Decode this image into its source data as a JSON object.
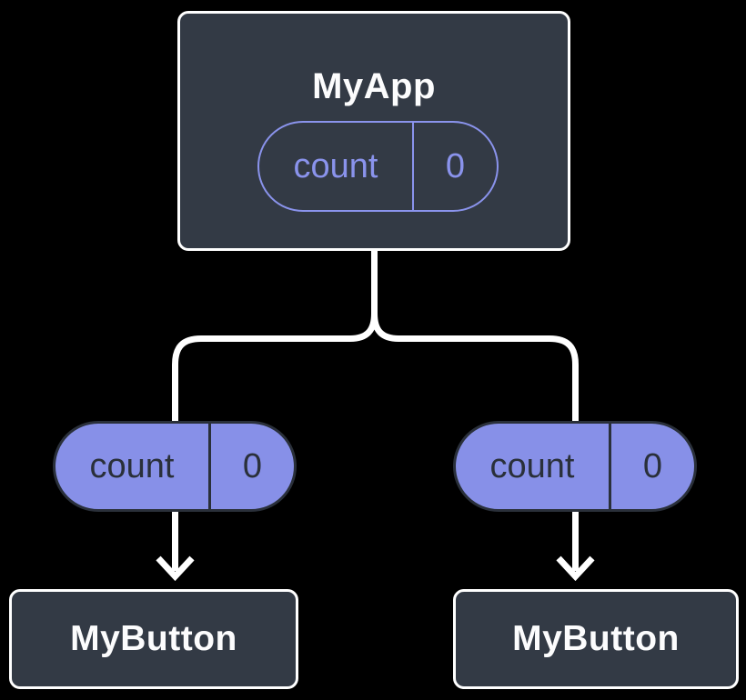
{
  "diagram_title": "component-tree-state-diagram",
  "colors": {
    "background": "#000000",
    "node_fill": "#333A45",
    "node_border": "#FFFFFF",
    "node_text": "#FCFCFD",
    "accent_purple": "#8A93EC",
    "pill_fill": "#8790E8",
    "pill_dark": "#2A303A",
    "connector": "#FFFFFF"
  },
  "root_node": {
    "title": "MyApp",
    "state_pill": {
      "name": "count",
      "value": "0"
    }
  },
  "left_branch": {
    "prop_pill": {
      "name": "count",
      "value": "0"
    },
    "child": {
      "title": "MyButton"
    }
  },
  "right_branch": {
    "prop_pill": {
      "name": "count",
      "value": "0"
    },
    "child": {
      "title": "MyButton"
    }
  }
}
